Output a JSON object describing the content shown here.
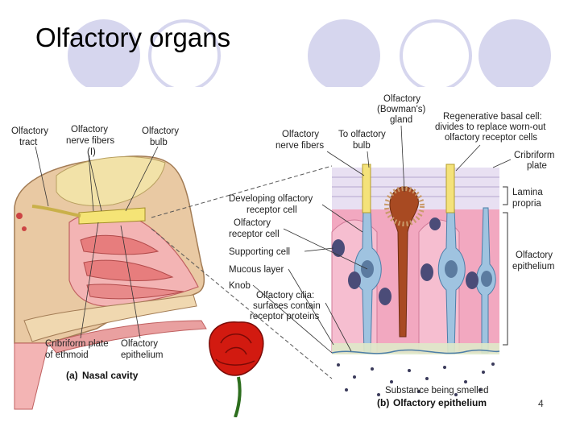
{
  "slide": {
    "title": "Olfactory organs",
    "page_number": "4"
  },
  "diagram": {
    "panel_a": {
      "caption_letter": "(a)",
      "caption": "Nasal cavity",
      "labels": {
        "olfactory_tract": [
          "Olfactory",
          "tract"
        ],
        "olfactory_nerve_fibers": [
          "Olfactory",
          "nerve fibers",
          "(I)"
        ],
        "olfactory_bulb": [
          "Olfactory",
          "bulb"
        ],
        "cribriform_plate_ethmoid": [
          "Cribriform plate",
          "of ethmoid"
        ],
        "olfactory_epithelium": [
          "Olfactory",
          "epithelium"
        ]
      }
    },
    "panel_b": {
      "caption_letter": "(b)",
      "caption": "Olfactory epithelium",
      "labels": {
        "bowmans_gland": [
          "Olfactory",
          "(Bowman's)",
          "gland"
        ],
        "regenerative_basal_cell": [
          "Regenerative basal cell:",
          "divides to replace worn-out",
          "olfactory receptor cells"
        ],
        "olfactory_nerve_fibers": [
          "Olfactory",
          "nerve fibers"
        ],
        "to_olfactory_bulb": [
          "To olfactory",
          "bulb"
        ],
        "cribriform_plate": [
          "Cribriform",
          "plate"
        ],
        "lamina_propria": [
          "Lamina",
          "propria"
        ],
        "developing_receptor_cell": [
          "Developing olfactory",
          "receptor cell"
        ],
        "olfactory_receptor_cell": [
          "Olfactory",
          "receptor cell"
        ],
        "supporting_cell": [
          "Supporting cell"
        ],
        "mucous_layer": [
          "Mucous layer"
        ],
        "knob": [
          "Knob"
        ],
        "olfactory_cilia": [
          "Olfactory cilia:",
          "surfaces contain",
          "receptor proteins"
        ],
        "olfactory_epithelium": [
          "Olfactory",
          "epithelium"
        ],
        "substance_smelled": [
          "Substance being smelled"
        ]
      }
    }
  },
  "colors": {
    "circle_accent": "#d6d6ee",
    "epithelium_pink": "#f2a8c0",
    "receptor_cell_blue": "#9fc3e0",
    "nerve_yellow": "#f4e27a",
    "rose_red": "#d21a10"
  }
}
